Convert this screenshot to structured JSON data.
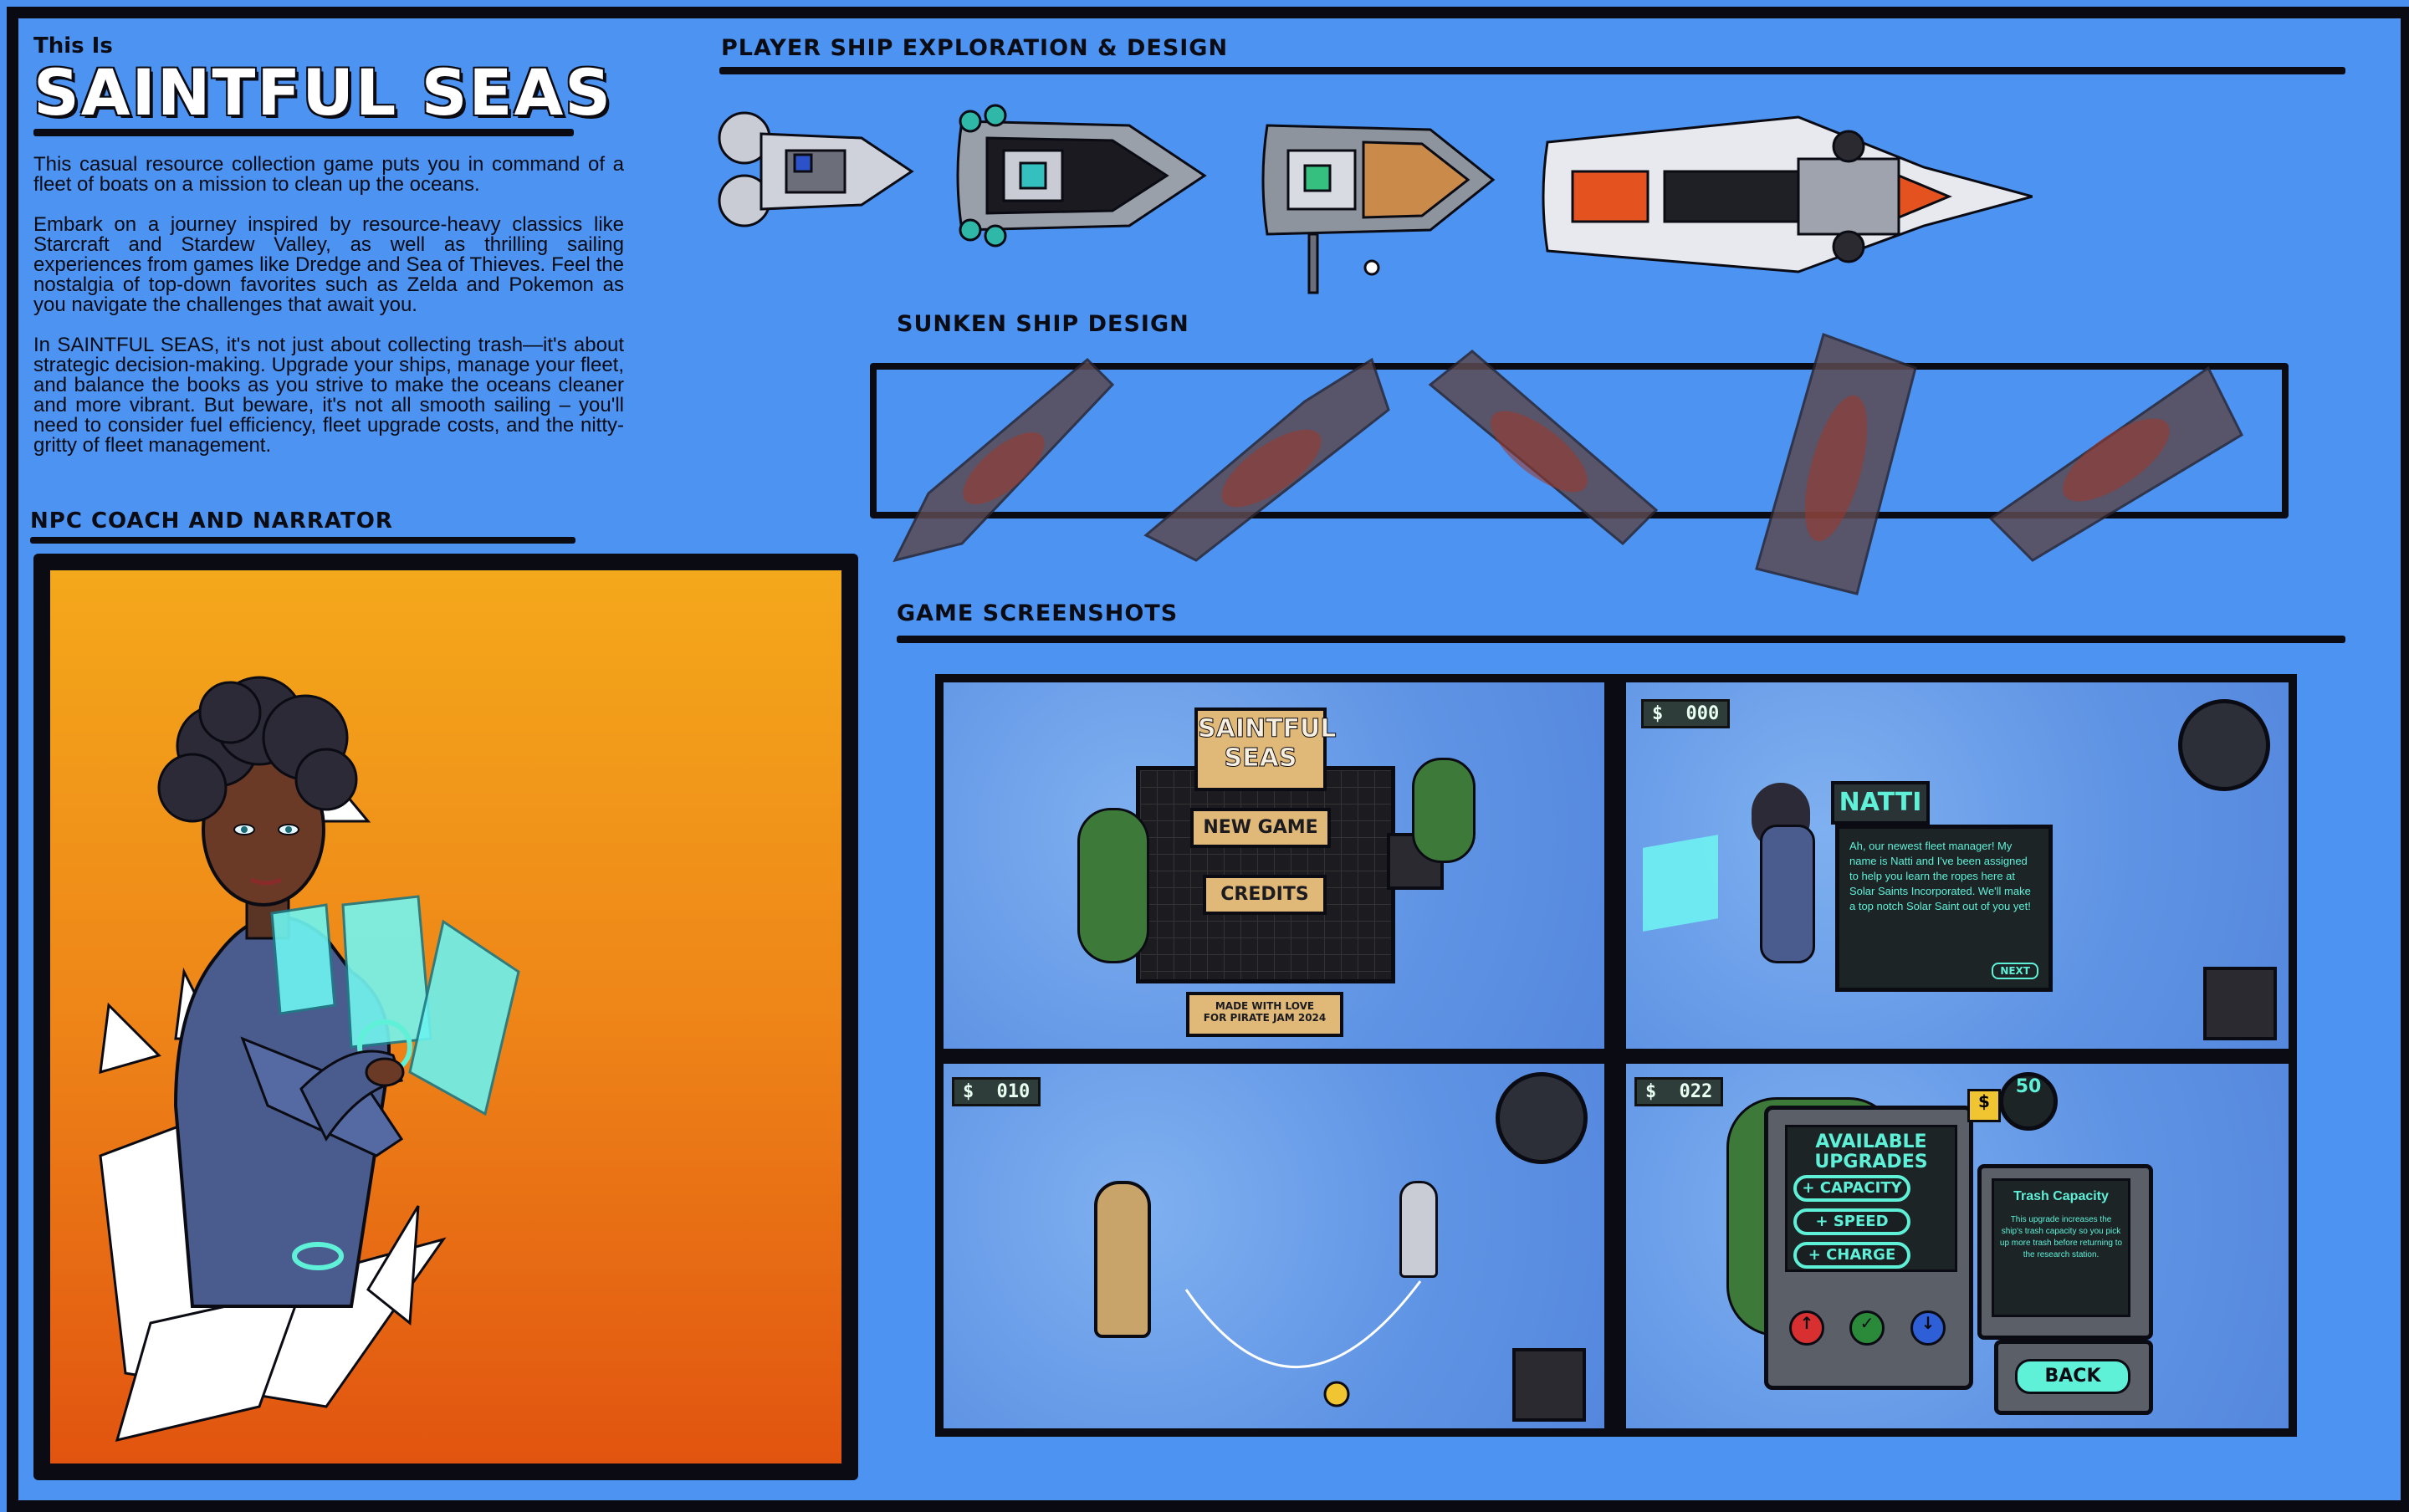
{
  "header": {
    "intro": "This Is",
    "title": "SAINTFUL SEAS"
  },
  "description": {
    "p1": "This casual resource collection game puts you in command of a fleet of boats on a mission to clean up the oceans.",
    "p2": "Embark on a journey inspired by resource-heavy classics like Starcraft and Stardew Valley, as well as thrilling sailing experiences from games like Dredge and Sea of Thieves. Feel the nostalgia of top-down favorites such as Zelda and Pokemon as you navigate the challenges that await you.",
    "p3": "In SAINTFUL SEAS, it's not just about collecting trash—it's about strategic decision-making. Upgrade your ships, manage your fleet, and balance the books as you strive to make the oceans cleaner and more vibrant. But beware, it's not all smooth sailing – you'll need to consider fuel efficiency, fleet upgrade costs, and the nitty-gritty of fleet management."
  },
  "sections": {
    "npc": "NPC COACH AND NARRATOR",
    "player_ships": "PLAYER SHIP EXPLORATION & DESIGN",
    "sunken": "SUNKEN SHIP DESIGN",
    "screenshots": "GAME SCREENSHOTS"
  },
  "screenshots": {
    "menu": {
      "logo_line1": "SAINTFUL",
      "logo_line2": "SEAS",
      "new_game": "NEW GAME",
      "credits": "CREDITS",
      "made_with_1": "MADE WITH LOVE",
      "made_with_2": "FOR PIRATE JAM 2024"
    },
    "dialog": {
      "money_symbol": "$",
      "money": "000",
      "name": "NATTI",
      "text": "Ah, our newest fleet manager! My name is Natti and I've been assigned to help you learn the ropes here at Solar Saints Incorporated. We'll make a top notch Solar Saint out of you yet!",
      "next": "NEXT"
    },
    "gameplay": {
      "money_symbol": "$",
      "money": "010"
    },
    "upgrades": {
      "money_symbol": "$",
      "money": "022",
      "title_line1": "AVAILABLE",
      "title_line2": "UPGRADES",
      "capacity": "+ CAPACITY",
      "speed": "+ SPEED",
      "charge": "+ CHARGE",
      "cost": "50",
      "cost_symbol": "$",
      "info_title": "Trash Capacity",
      "info_text": "This upgrade increases the ship's trash capacity so you pick up more trash before returning to the research station.",
      "back": "BACK"
    }
  },
  "colors": {
    "background": "#4c93f2",
    "frame": "#0b0b14",
    "accent_cyan": "#5ff0d8",
    "npc_orange_top": "#f4a81b",
    "npc_orange_bottom": "#e15410"
  }
}
